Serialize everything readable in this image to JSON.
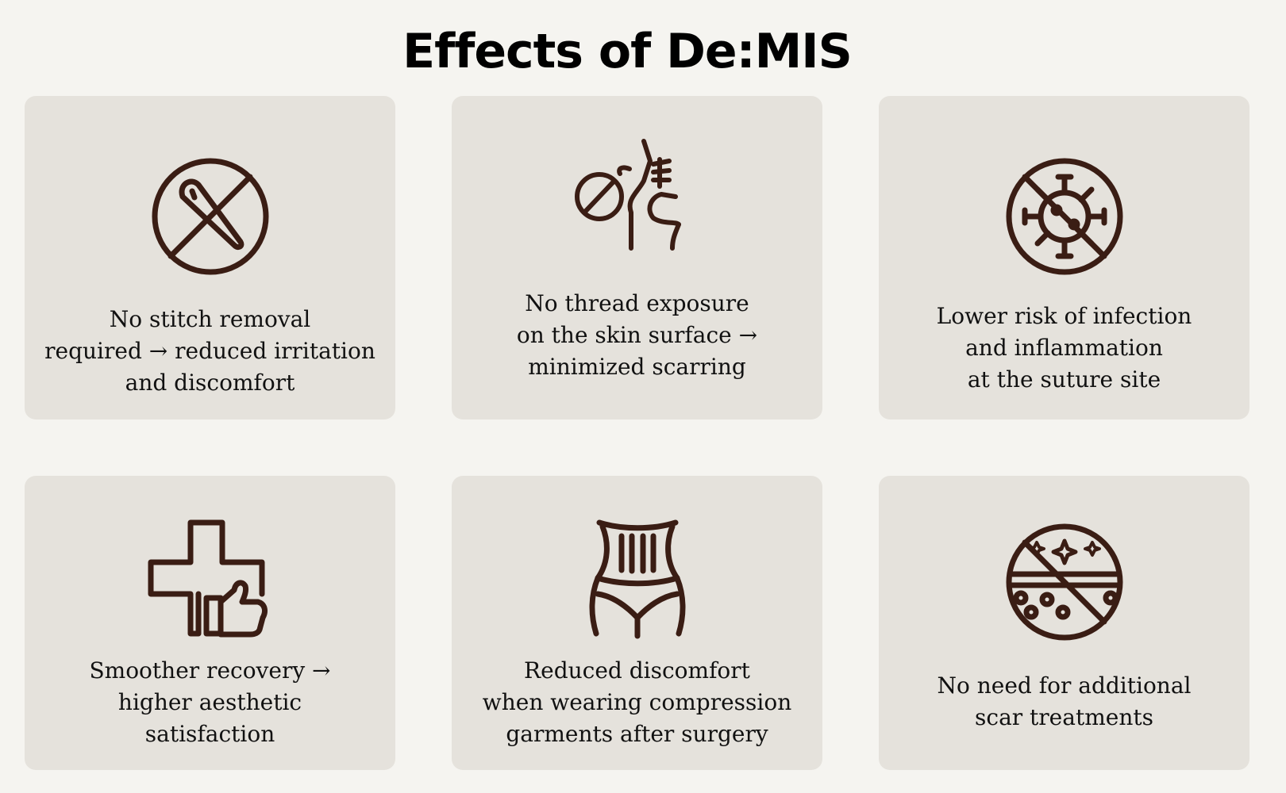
{
  "header": {
    "title": "Effects of De:MIS"
  },
  "colors": {
    "background": "#f5f4f0",
    "card": "#e5e2dc",
    "icon": "#3a1d14",
    "text": "#111111"
  },
  "cards": [
    {
      "icon": "no-stitch-icon",
      "text": "No stitch removal\nrequired → reduced irritation\nand discomfort"
    },
    {
      "icon": "no-thread-exposure-icon",
      "text": "No thread exposure\non the skin surface →\nminimized scarring"
    },
    {
      "icon": "no-virus-icon",
      "text": "Lower risk of infection\nand inflammation\nat the suture site"
    },
    {
      "icon": "medical-cross-thumbs-up-icon",
      "text": "Smoother recovery →\nhigher aesthetic\nsatisfaction"
    },
    {
      "icon": "compression-garment-icon",
      "text": "Reduced discomfort\nwhen wearing compression\ngarments after surgery"
    },
    {
      "icon": "no-scar-skin-icon",
      "text": "No need for additional\nscar treatments"
    }
  ]
}
